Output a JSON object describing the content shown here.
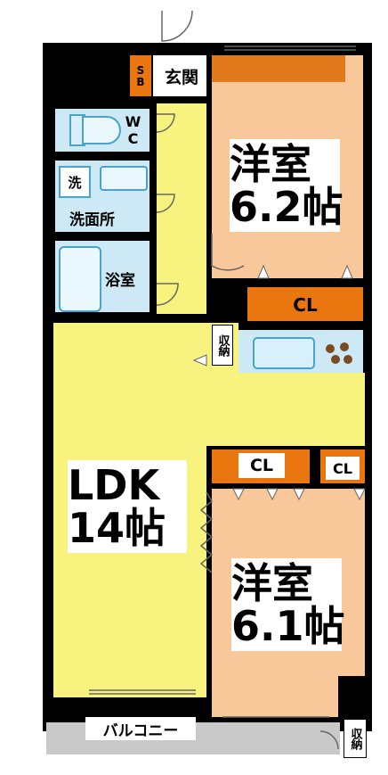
{
  "rooms": {
    "western_room_top": {
      "name": "洋室",
      "size": "6.2帖"
    },
    "western_room_bottom": {
      "name": "洋室",
      "size": "6.1帖"
    },
    "ldk": {
      "name": "LDK",
      "size": "14帖"
    },
    "entrance": "玄関",
    "shoe_box": "SB",
    "toilet": "WC",
    "washroom": "洗面所",
    "washing_machine": "洗",
    "bathroom": "浴室",
    "balcony": "バルコニー",
    "closet_top": "CL",
    "closet_mid": "CL",
    "closet_small": "CL",
    "storage_kitchen": "収納",
    "storage_balcony": "収納"
  },
  "colors": {
    "western_room": "#f8c79a",
    "ldk": "#f8f27e",
    "wet_area": "#cde9f5",
    "closet": "#e9760f",
    "balcony": "#c9c9c9",
    "wall": "#000000"
  }
}
